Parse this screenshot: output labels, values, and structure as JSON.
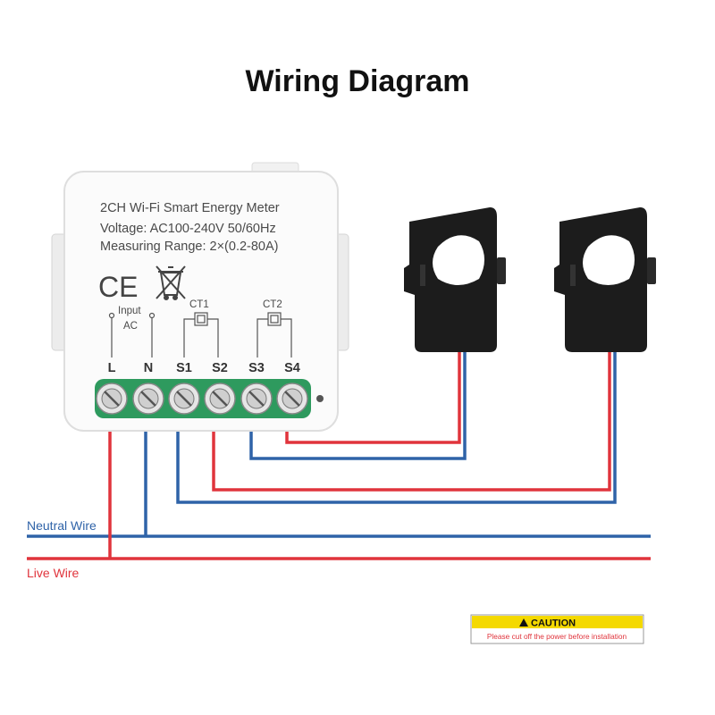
{
  "title": "Wiring Diagram",
  "device": {
    "name": "2CH Wi-Fi Smart Energy Meter",
    "voltage": "Voltage: AC100-240V 50/60Hz",
    "range": "Measuring Range: 2×(0.2-80A)",
    "ce_mark": "CE",
    "input_label": "Input",
    "ac_label": "AC",
    "ct1_label": "CT1",
    "ct2_label": "CT2",
    "terminals": [
      "L",
      "N",
      "S1",
      "S2",
      "S3",
      "S4"
    ]
  },
  "wires": {
    "neutral_label": "Neutral Wire",
    "live_label": "Live Wire"
  },
  "caution": {
    "heading": "CAUTION",
    "text": "Please cut off the power before installation"
  },
  "colors": {
    "live": "#e0343c",
    "neutral": "#2f63a8",
    "terminal_green": "#2e9a5e",
    "caution_yellow": "#f4d900"
  }
}
